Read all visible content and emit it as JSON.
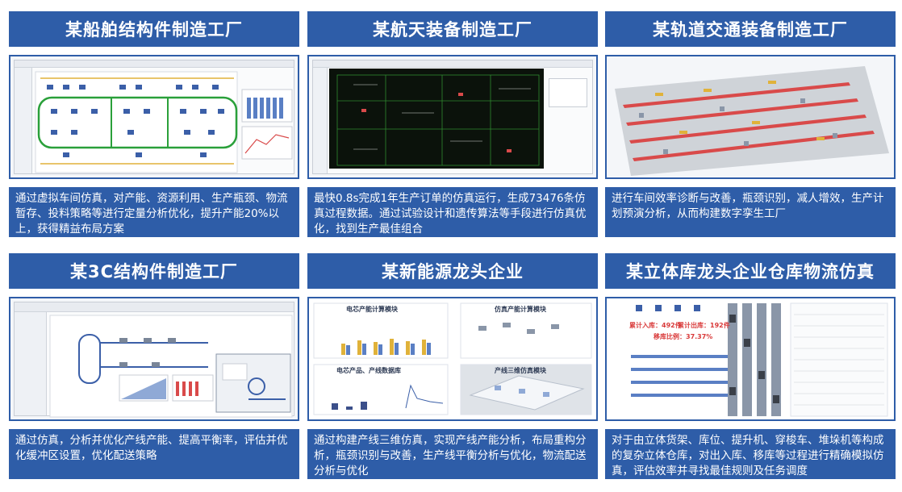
{
  "cards": [
    {
      "title": "某船舶结构件制造工厂",
      "desc": "通过虚拟车间仿真，对产能、资源利用、生产瓶颈、物流暂存、投料策略等进行定量分析优化，提升产能20%以上，获得精益布局方案"
    },
    {
      "title": "某航天装备制造工厂",
      "desc": "最快0.8s完成1年生产订单的仿真运行，生成73476条仿真过程数据。通过试验设计和遗传算法等手段进行仿真优化，找到生产最佳组合"
    },
    {
      "title": "某轨道交通装备制造工厂",
      "desc": "进行车间效率诊断与改善，瓶颈识别，减人增效，生产计划预演分析，从而构建数字孪生工厂"
    },
    {
      "title": "某3C结构件制造工厂",
      "desc": "通过仿真，分析并优化产线产能、提高平衡率，评估并优化缓冲区设置，优化配送策略"
    },
    {
      "title": "某新能源龙头企业",
      "desc": "通过构建产线三维仿真，实现产线产能分析，布局重构分析，瓶颈识别与改善，生产线平衡分析与优化，物流配送分析与优化"
    },
    {
      "title": "某立体库龙头企业仓库物流仿真",
      "desc": "对于由立体货架、库位、提升机、穿梭车、堆垛机等构成的复杂立体仓库，对出入库、移库等过程进行精确模拟仿真，评估效率并寻找最佳规则及任务调度"
    }
  ],
  "shot5": {
    "p1": "电芯产能计算模块",
    "p2": "仿真产能计算模块",
    "p3": "电芯产品、产线数据库",
    "p4": "产线三维仿真模块"
  },
  "shot6": {
    "in_label": "累计入库：",
    "in_value": "492件",
    "out_label": "累计出库：",
    "out_value": "192件",
    "ratio_label": "移库比例：",
    "ratio_value": "37.37%"
  }
}
